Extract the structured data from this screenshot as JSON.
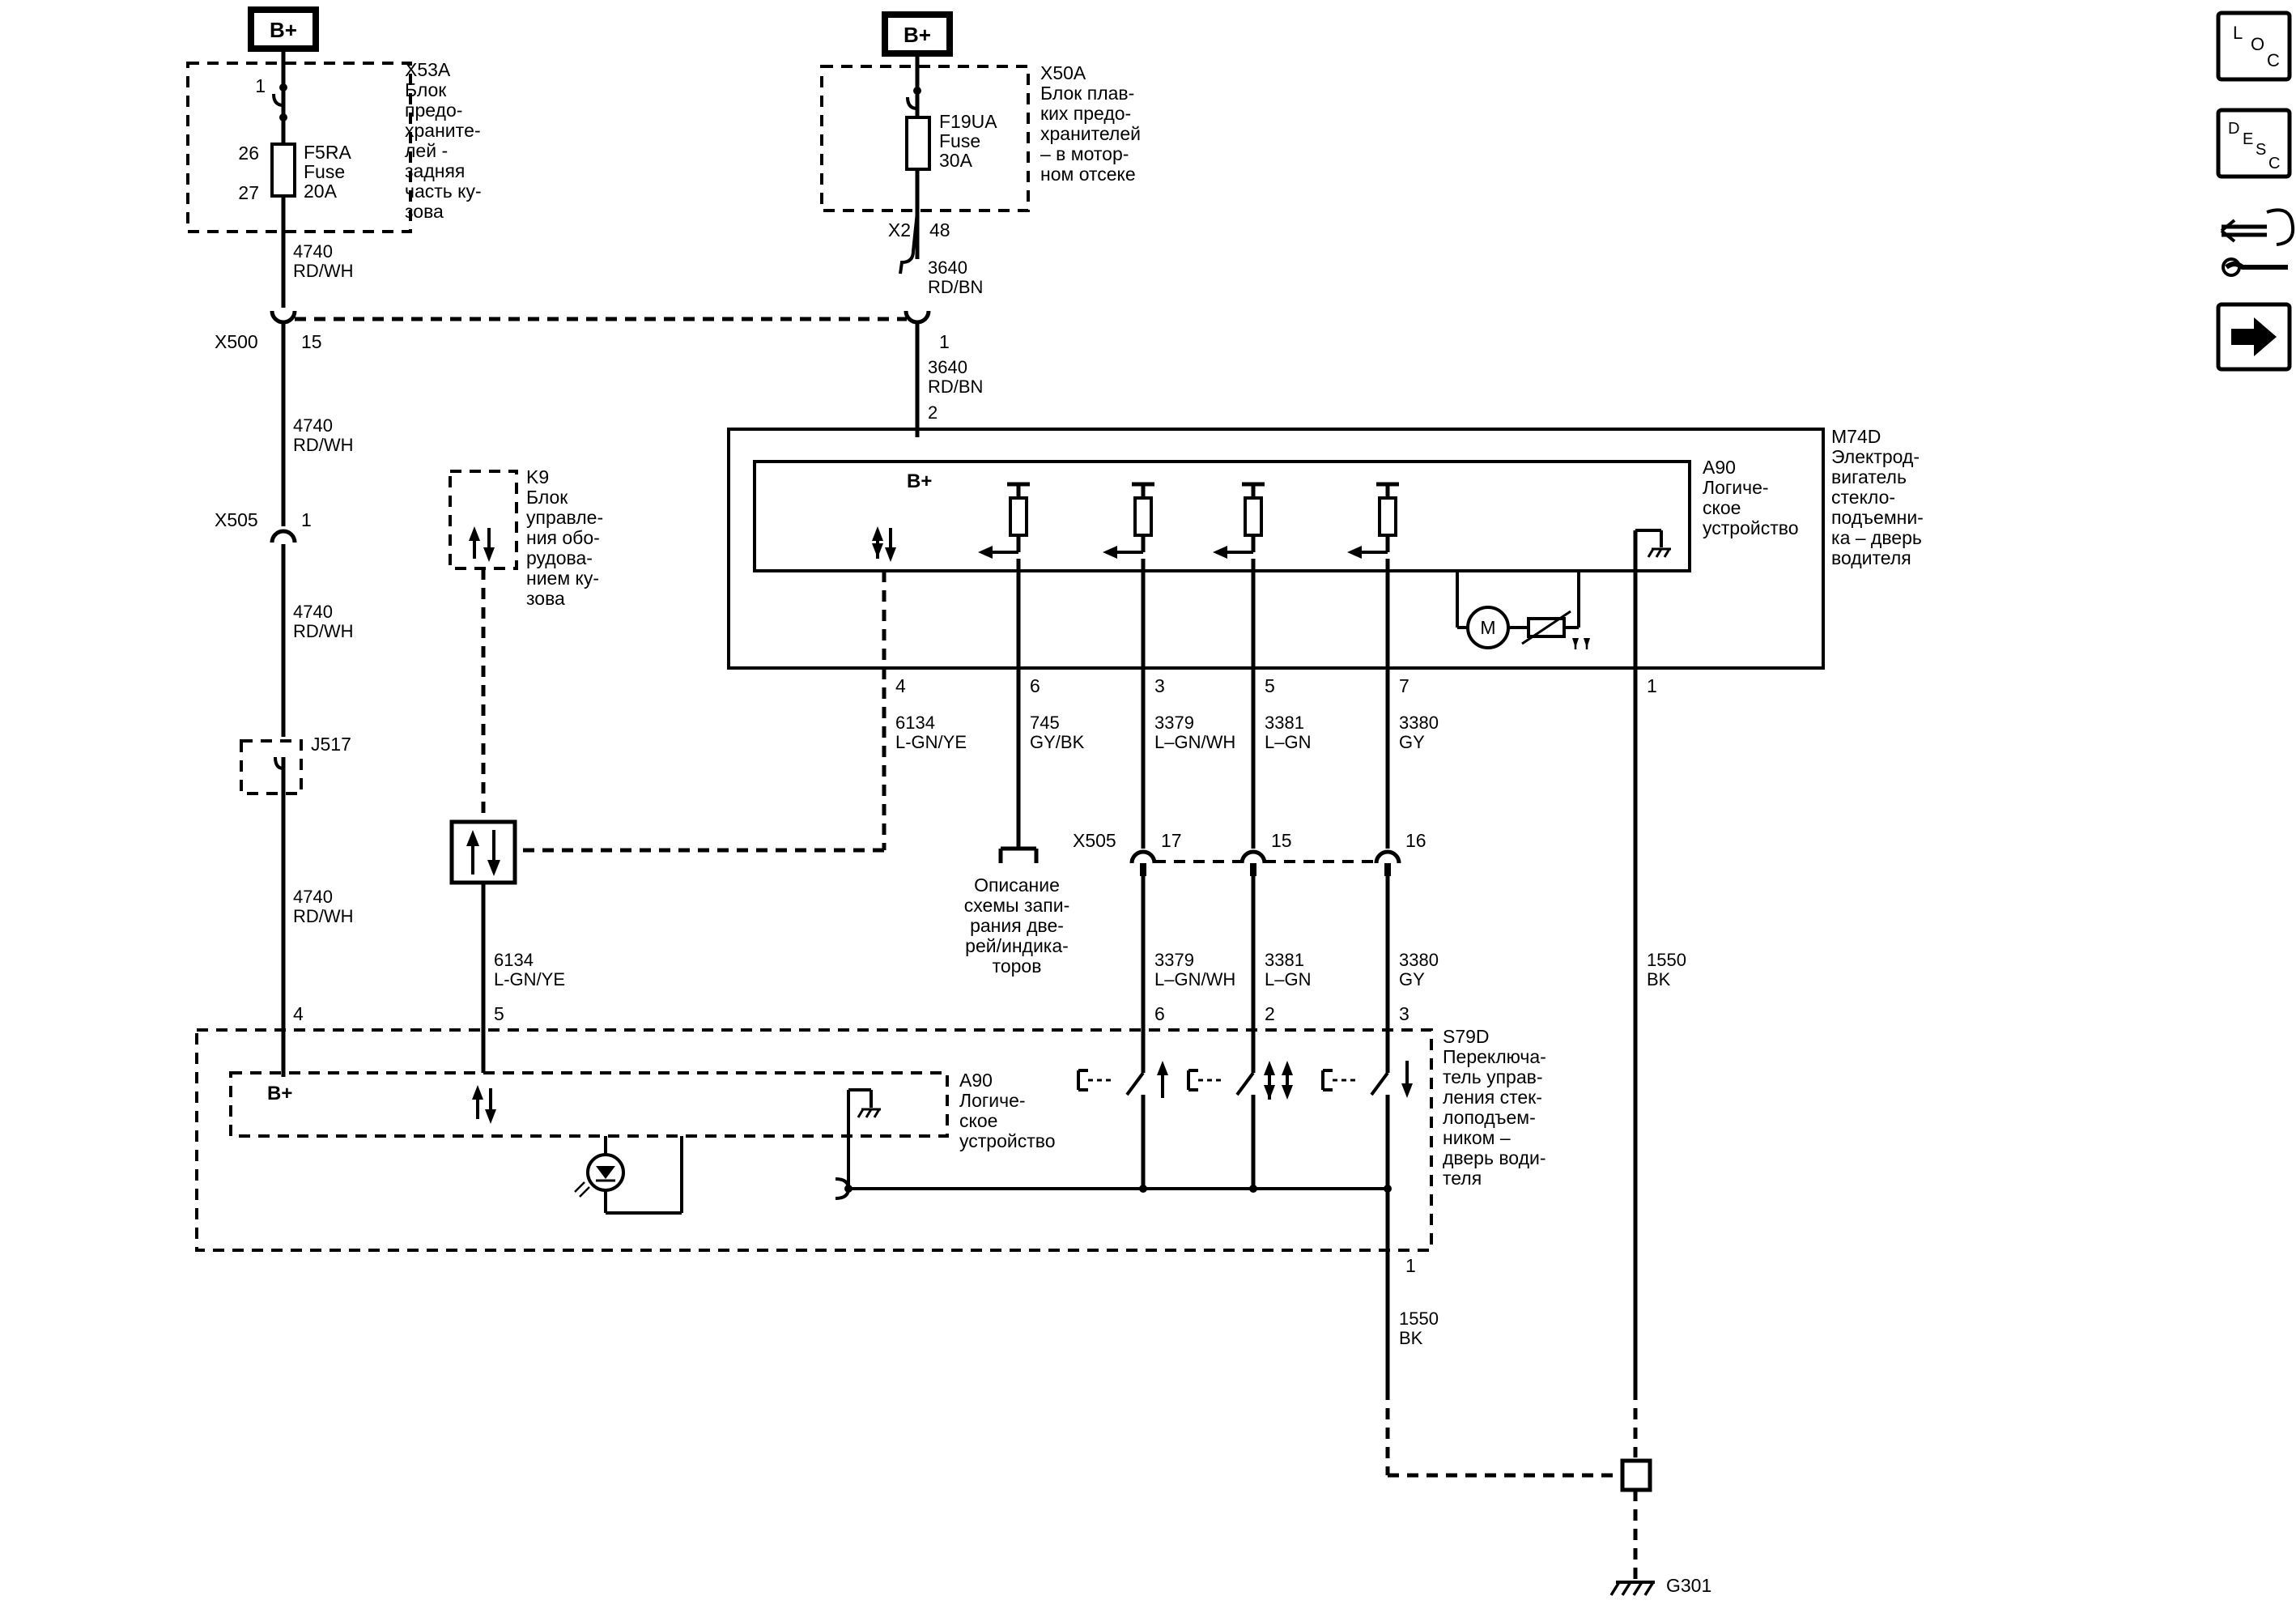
{
  "power": {
    "bplus": "B+"
  },
  "x53a": {
    "id": "X53A",
    "desc": [
      "Блок",
      "предо-",
      "хранитe-",
      "лей -",
      "задняя",
      "часть ку-",
      "зова"
    ],
    "pin_top": "1",
    "pin_in": "26",
    "pin_out": "27",
    "fuse": [
      "F5RA",
      "Fuse",
      "20A"
    ]
  },
  "x50a": {
    "id": "X50A",
    "desc": [
      "Блок плав-",
      "ких предо-",
      "хранителей",
      "– в мотор-",
      "ном отсеке"
    ],
    "fuse": [
      "F19UA",
      "Fuse",
      "30A"
    ],
    "conn": "X2",
    "pin": "48"
  },
  "wires": {
    "w4740": [
      "4740",
      "RD/WH"
    ],
    "w3640": [
      "3640",
      "RD/BN"
    ],
    "w6134": [
      "6134",
      "L-GN/YE"
    ],
    "w745": [
      "745",
      "GY/BK"
    ],
    "w3379": [
      "3379",
      "L–GN/WH"
    ],
    "w3381": [
      "3381",
      "L–GN"
    ],
    "w3380": [
      "3380",
      "GY"
    ],
    "w1550": [
      "1550",
      "BK"
    ]
  },
  "x500": {
    "id": "X500",
    "pin_left": "15",
    "pin_right": "1"
  },
  "x505_top": {
    "id": "X505",
    "pin": "1"
  },
  "j517": {
    "id": "J517"
  },
  "k9": {
    "id": "K9",
    "desc": [
      "Блок",
      "управле-",
      "ния обо-",
      "рудова-",
      "нием ку-",
      "зова"
    ]
  },
  "m74d": {
    "id": "M74D",
    "desc": [
      "Электрод-",
      "вигатель",
      "стекло-",
      "подъемни-",
      "ка – дверь",
      "водителя"
    ],
    "pin_bplus": "2",
    "pins": [
      "4",
      "6",
      "3",
      "5",
      "7",
      "1"
    ],
    "motor": "M"
  },
  "a90_top": {
    "id": "A90",
    "desc": [
      "Логиче-",
      "ское",
      "устройство"
    ],
    "bplus": "B+"
  },
  "door_lock_ref": [
    "Описание",
    "схемы запи-",
    "рания две-",
    "рей/индика-",
    "торов"
  ],
  "x505_mid": {
    "id": "X505",
    "pins": [
      "17",
      "15",
      "16"
    ]
  },
  "s79d": {
    "id": "S79D",
    "desc": [
      "Переключа-",
      "тель управ-",
      "ления стек-",
      "лоподъем-",
      "ником –",
      "дверь води-",
      "теля"
    ],
    "pins_top": [
      "4",
      "5",
      "6",
      "2",
      "3"
    ],
    "pin_bottom": "1"
  },
  "a90_bottom": {
    "id": "A90",
    "desc": [
      "Логиче-",
      "ское",
      "устройство"
    ],
    "bplus": "B+"
  },
  "ground": {
    "id": "G301"
  },
  "nav": {
    "loc": [
      "L",
      "O",
      "C"
    ],
    "desc": [
      "D",
      "E",
      "S",
      "C"
    ]
  }
}
